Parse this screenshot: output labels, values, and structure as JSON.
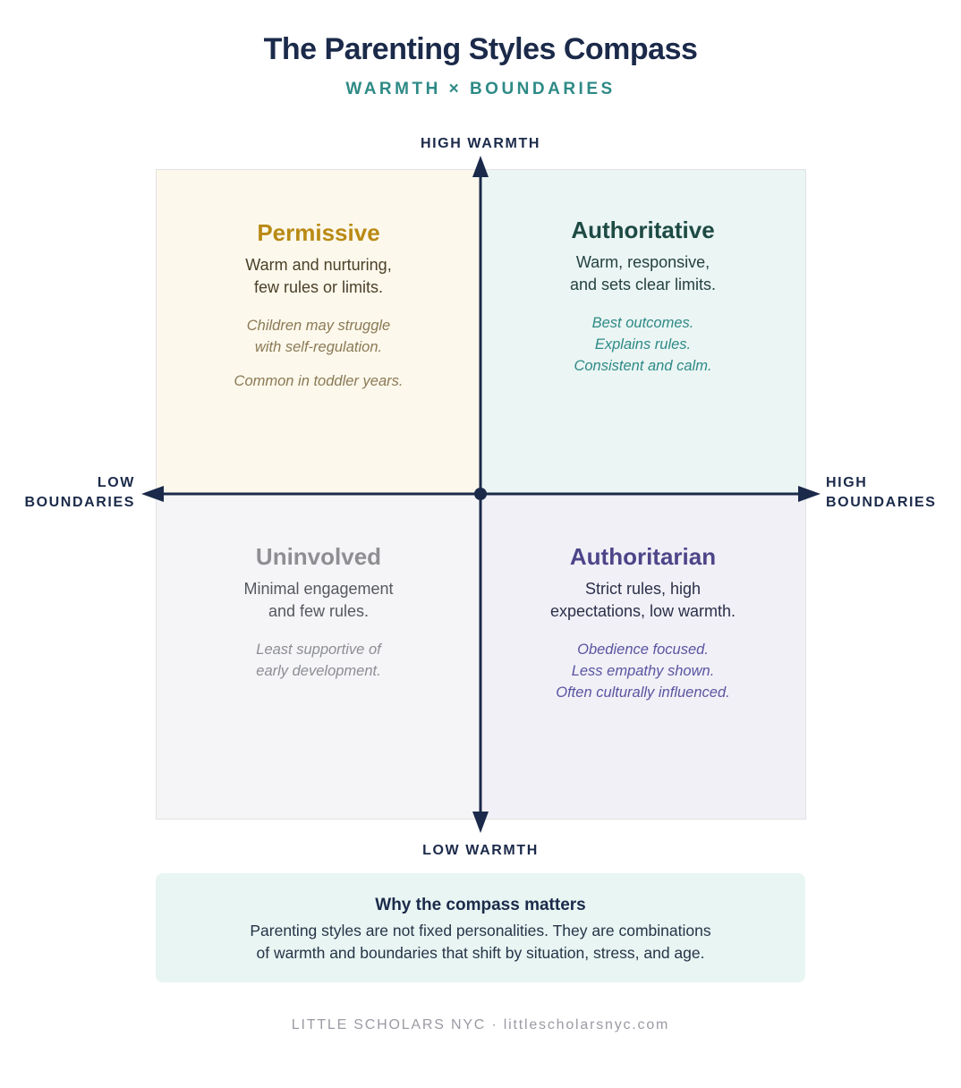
{
  "title": "The Parenting Styles Compass",
  "subtitle": "WARMTH × BOUNDARIES",
  "axes": {
    "top": "HIGH WARMTH",
    "bottom": "LOW WARMTH",
    "left_line1": "LOW",
    "left_line2": "BOUNDARIES",
    "right_line1": "HIGH",
    "right_line2": "BOUNDARIES"
  },
  "quadrants": {
    "permissive": {
      "name": "Permissive",
      "desc": "Warm and nurturing,\nfew rules or limits.",
      "note": "Children may struggle\nwith self-regulation.",
      "note2": "Common in toddler years."
    },
    "authoritative": {
      "name": "Authoritative",
      "desc": "Warm, responsive,\nand sets clear limits.",
      "note": "Best outcomes.\nExplains rules.\nConsistent and calm."
    },
    "uninvolved": {
      "name": "Uninvolved",
      "desc": "Minimal engagement\nand few rules.",
      "note": "Least supportive of\nearly development."
    },
    "authoritarian": {
      "name": "Authoritarian",
      "desc": "Strict rules, high\nexpectations, low warmth.",
      "note": "Obedience focused.\nLess empathy shown.\nOften culturally influenced."
    }
  },
  "info": {
    "title": "Why the compass matters",
    "body": "Parenting styles are not fixed personalities. They are combinations\nof warmth and boundaries that shift by situation, stress, and age."
  },
  "footer": "LITTLE SCHOLARS NYC · littlescholarsnyc.com",
  "colors": {
    "axis": "#1b2a4a",
    "accent": "#2e8a86",
    "permissive": "#b98a14",
    "authoritative": "#1e4a44",
    "uninvolved": "#8e8e93",
    "authoritarian": "#4d4589"
  }
}
